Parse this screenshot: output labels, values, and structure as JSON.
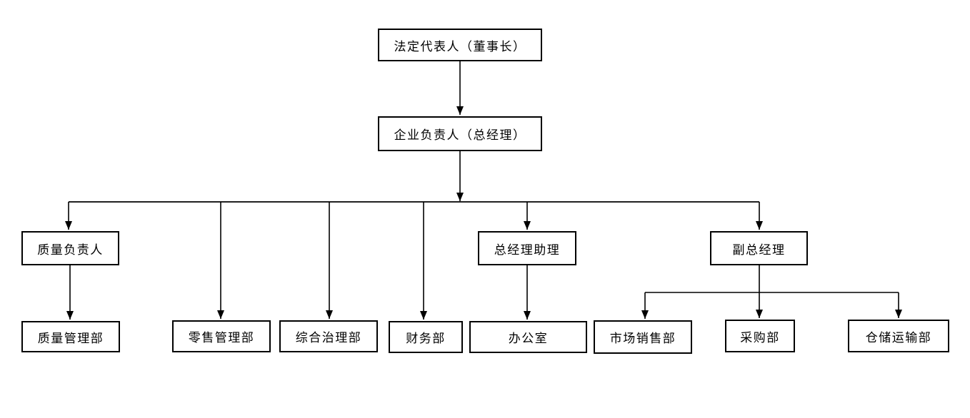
{
  "diagram": {
    "type": "org-chart",
    "line_color": "#000000",
    "box_border_color": "#000000",
    "background_color": "#ffffff",
    "nodes": [
      {
        "id": "legal-representative",
        "label": "法定代表人（董事长）",
        "parent": null,
        "level": 1
      },
      {
        "id": "general-manager",
        "label": "企业负责人（总经理）",
        "parent": "legal-representative",
        "level": 2
      },
      {
        "id": "quality-head",
        "label": "质量负责人",
        "parent": "general-manager",
        "level": 3
      },
      {
        "id": "gm-assistant",
        "label": "总经理助理",
        "parent": "general-manager",
        "level": 3
      },
      {
        "id": "deputy-gm",
        "label": "副总经理",
        "parent": "general-manager",
        "level": 3
      },
      {
        "id": "quality-management-dept",
        "label": "质量管理部",
        "parent": "quality-head",
        "level": 4
      },
      {
        "id": "retail-management-dept",
        "label": "零售管理部",
        "parent": "general-manager",
        "level": 4
      },
      {
        "id": "comprehensive-governance-dept",
        "label": "综合治理部",
        "parent": "general-manager",
        "level": 4
      },
      {
        "id": "finance-dept",
        "label": "财务部",
        "parent": "general-manager",
        "level": 4
      },
      {
        "id": "office",
        "label": "办公室",
        "parent": "gm-assistant",
        "level": 4
      },
      {
        "id": "market-sales-dept",
        "label": "市场销售部",
        "parent": "deputy-gm",
        "level": 4
      },
      {
        "id": "purchasing-dept",
        "label": "采购部",
        "parent": "deputy-gm",
        "level": 4
      },
      {
        "id": "warehouse-transport-dept",
        "label": "仓储运输部",
        "parent": "deputy-gm",
        "level": 4
      }
    ]
  }
}
